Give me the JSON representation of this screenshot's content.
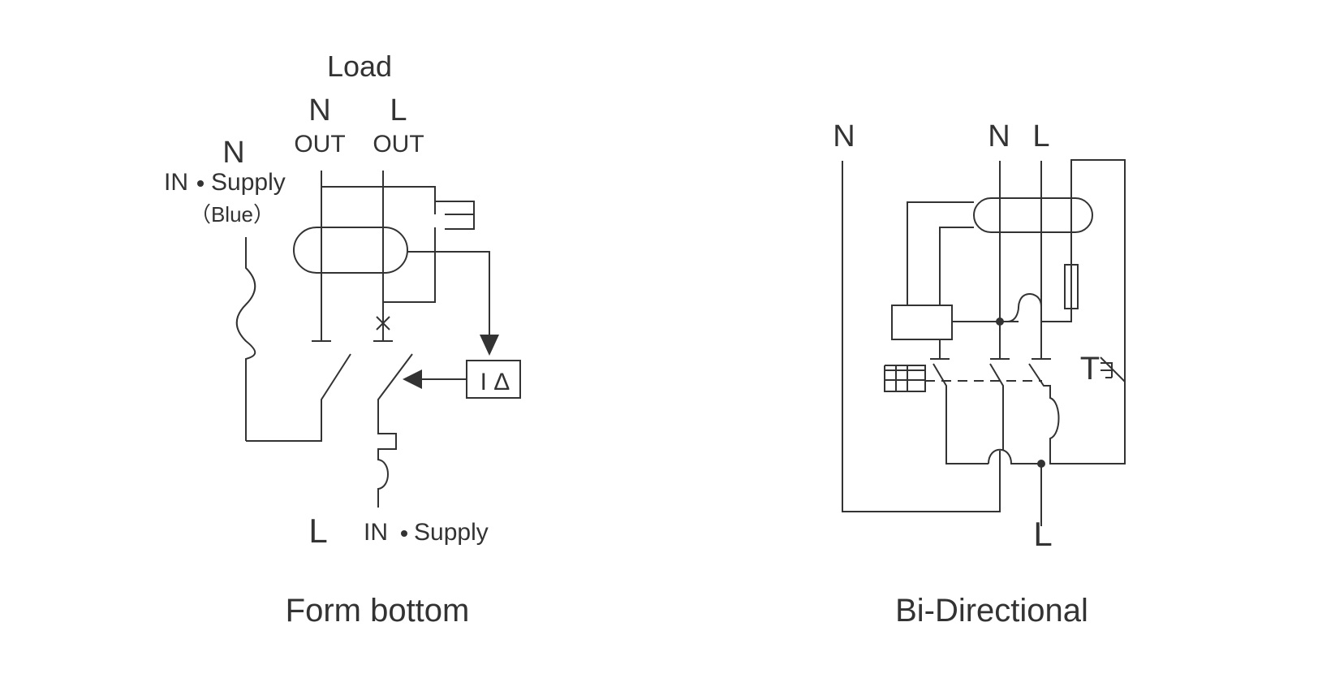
{
  "colors": {
    "line": "#333333",
    "background": "#ffffff"
  },
  "left_diagram": {
    "caption": "Form bottom",
    "load_label": "Load",
    "n_out": {
      "letter": "N",
      "text": "OUT"
    },
    "l_out": {
      "letter": "L",
      "text": "OUT"
    },
    "n_in": {
      "letter": "N",
      "in_text": "IN",
      "supply_text": "Supply",
      "color_note": "（Blue）"
    },
    "l_in": {
      "letter": "L",
      "in_text": "IN",
      "supply_text": "Supply"
    },
    "relay_text": "I Δ"
  },
  "right_diagram": {
    "caption": "Bi-Directional",
    "n_left": "N",
    "n_top": "N",
    "l_top": "L",
    "l_bottom": "L",
    "test_button": "T"
  }
}
